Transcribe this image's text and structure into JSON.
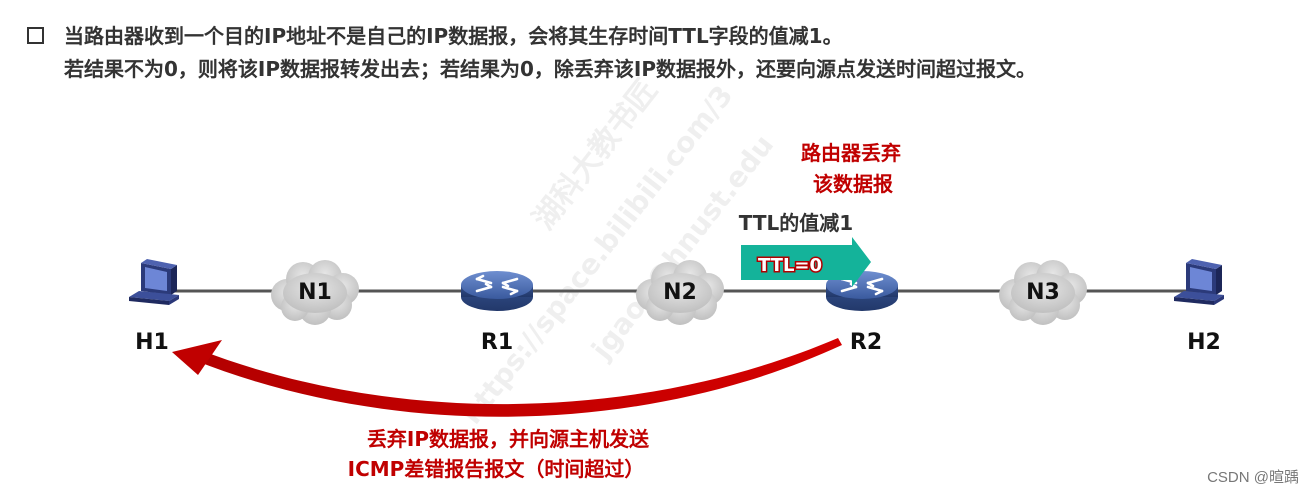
{
  "header": {
    "line1": "当路由器收到一个目的IP地址不是自己的IP数据报，会将其生存时间TTL字段的值减1。",
    "line2": "若结果不为0，则将该IP数据报转发出去；若结果为0，除丢弃该IP数据报外，还要向源点发送时间超过报文。"
  },
  "nodes": {
    "h1": "H1",
    "n1": "N1",
    "r1": "R1",
    "n2": "N2",
    "r2": "R2",
    "n3": "N3",
    "h2": "H2",
    "router_tag": "ROUTER"
  },
  "annotations": {
    "drop_line1": "路由器丢弃",
    "drop_line2": "该数据报",
    "ttl_decrement": "TTL的值减1",
    "ttl_packet": "TTL=0",
    "icmp_line1": "丢弃IP数据报，并向源主机发送",
    "icmp_line2": "ICMP差错报告报文（时间超过）"
  },
  "watermark": {
    "line1": "湖科大教书匠",
    "line2": "https://space.bilibili.com/3",
    "line3": "jgao1@hnust.edu"
  },
  "credit": "CSDN @暄踽",
  "colors": {
    "red": "#c00000",
    "teal": "#14b39a",
    "router_blue": "#3f5e9e",
    "cloud_gray": "#c9c9c9",
    "text_dark": "#333333"
  }
}
